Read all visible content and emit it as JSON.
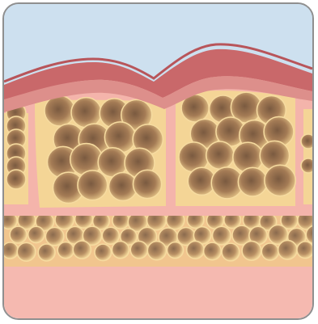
{
  "diagram": {
    "layers": [
      {
        "id": "epidermis"
      },
      {
        "id": "dermis-fat-chambers"
      },
      {
        "id": "subcutaneous-fat-layer"
      },
      {
        "id": "deep-tissue"
      }
    ],
    "colors": {
      "background": "#cde0ef",
      "skin_top": "#c9686a",
      "skin_mid": "#dd8f8b",
      "septa": "#f4b4ab",
      "fat_base": "#f4d596",
      "fat_cell_dark": "#8a6a4e",
      "fat_cell_mid": "#b88f63",
      "deep_tissue": "#f5b9b0",
      "frame_border": "#8f8f8f"
    }
  }
}
